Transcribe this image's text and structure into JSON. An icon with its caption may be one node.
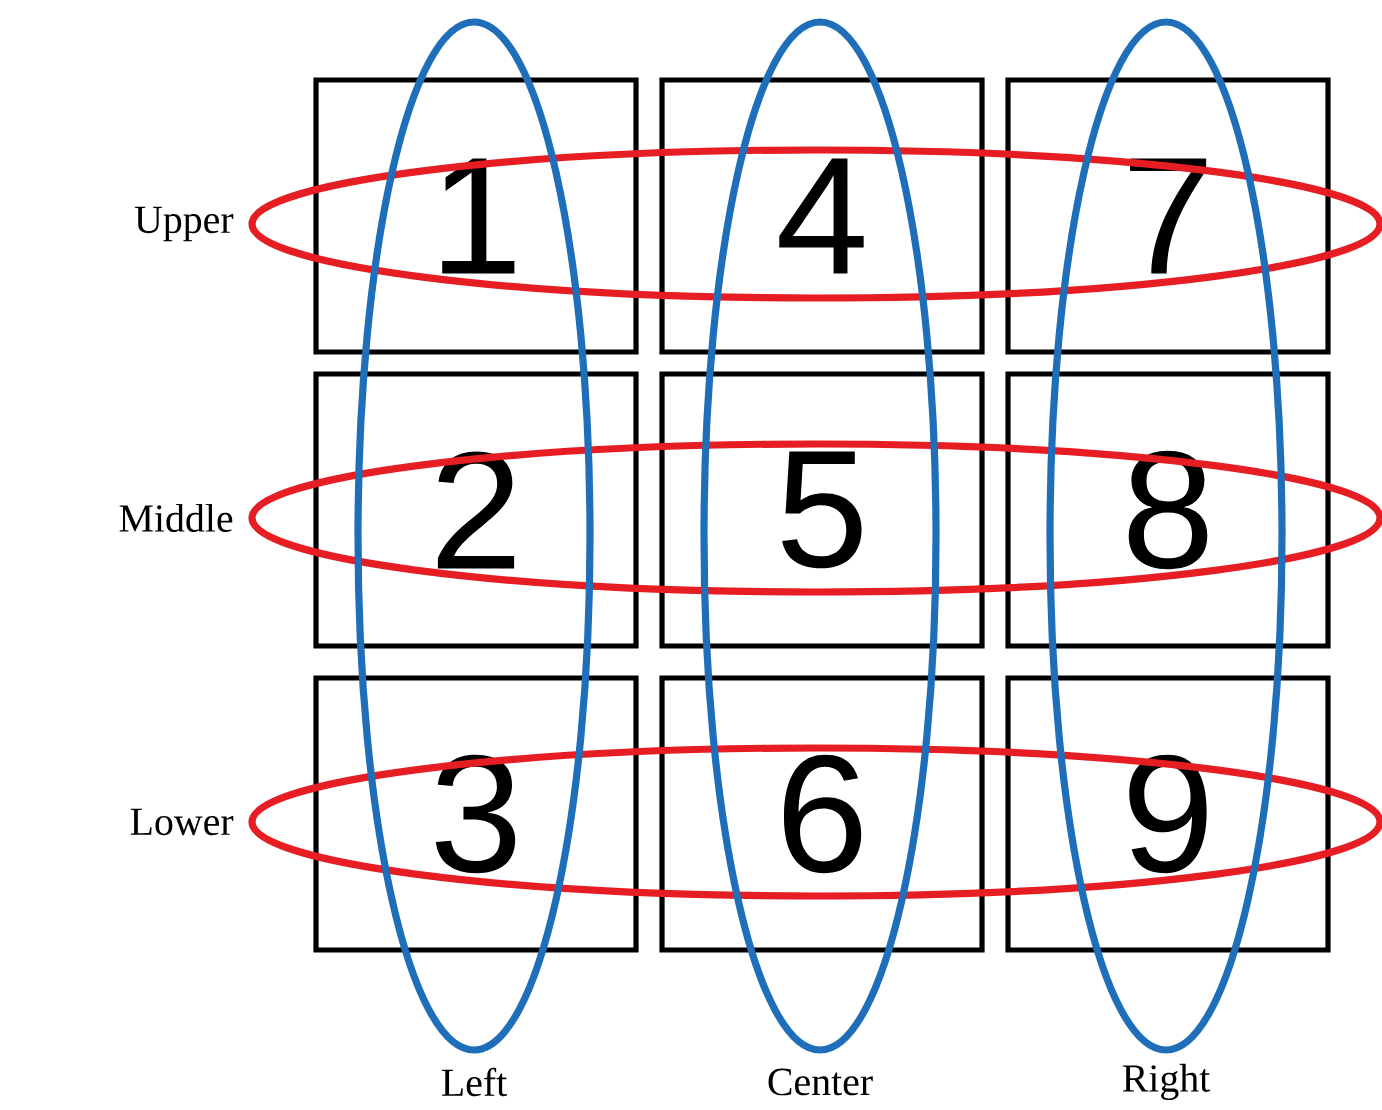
{
  "diagram": {
    "nodes": [
      {
        "text": [
          "1"
        ]
      },
      {
        "text": [
          "4"
        ]
      },
      {
        "text": [
          "7"
        ]
      },
      {
        "text": [
          "2"
        ]
      },
      {
        "text": [
          "5"
        ]
      },
      {
        "text": [
          "8"
        ]
      },
      {
        "text": [
          "3"
        ]
      },
      {
        "text": [
          "6"
        ]
      },
      {
        "text": [
          "9"
        ]
      },
      {
        "text": [
          "Upper"
        ]
      },
      {
        "text": [
          "Middle"
        ]
      },
      {
        "text": [
          "Lower"
        ]
      },
      {
        "text": [
          "Left"
        ]
      },
      {
        "text": [
          "Center"
        ]
      },
      {
        "text": [
          "Right"
        ]
      }
    ]
  }
}
